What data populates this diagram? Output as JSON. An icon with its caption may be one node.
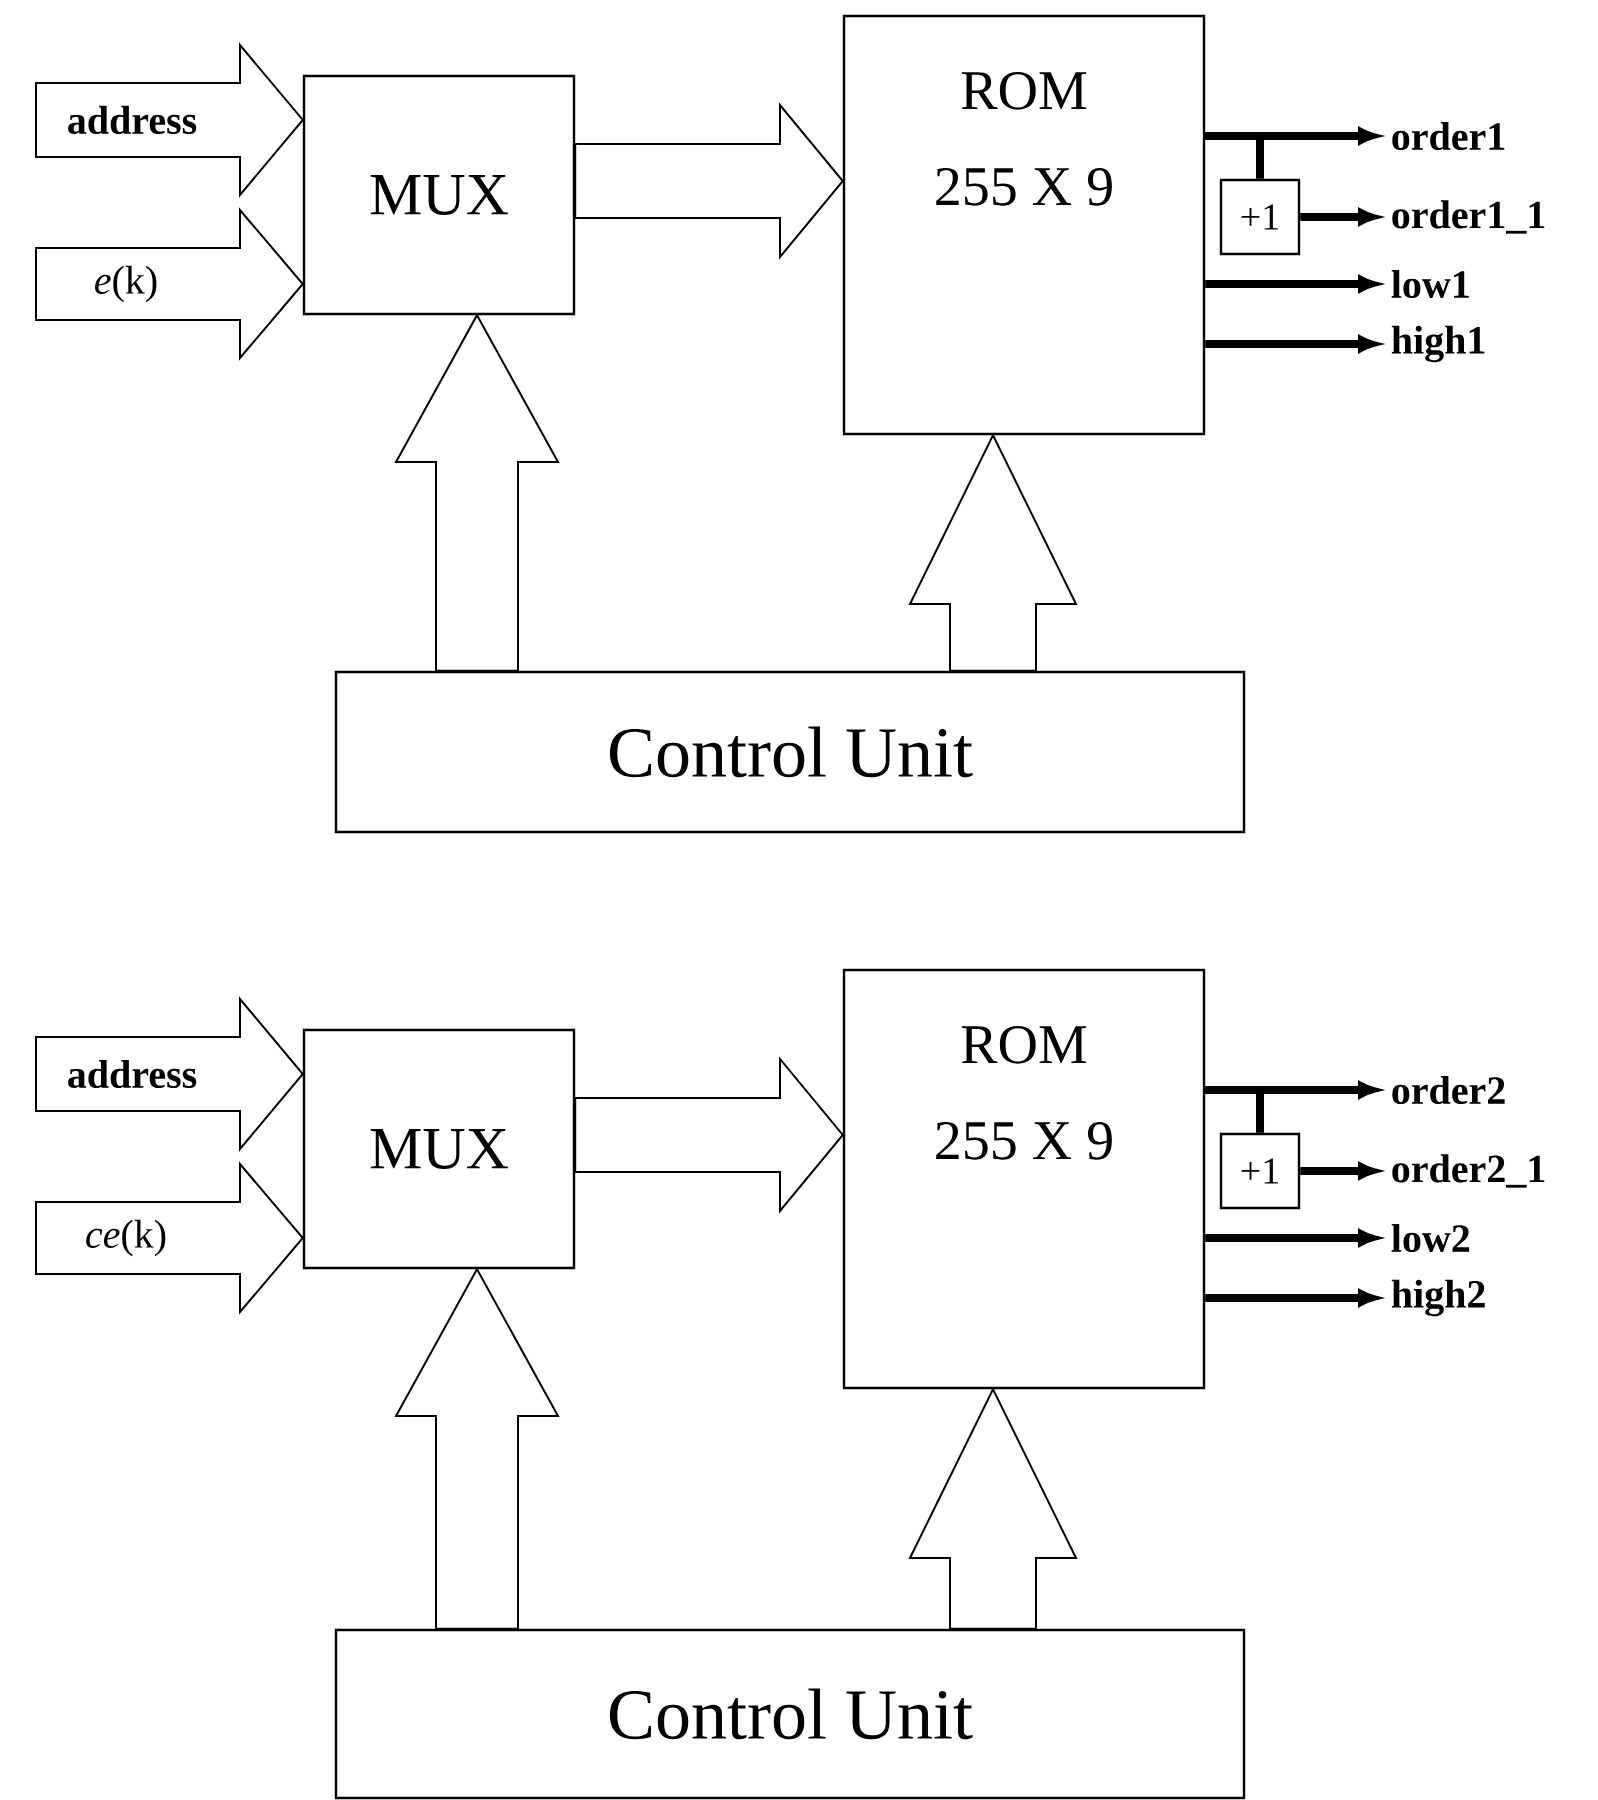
{
  "diagram": {
    "nodes": [
      {
        "text": [
          "MUX"
        ]
      },
      {
        "text": [
          "ROM",
          "255 X 9"
        ]
      },
      {
        "text": [
          "Control Unit"
        ]
      },
      {
        "text": [
          "+1"
        ]
      },
      {
        "text": [
          "order1"
        ]
      },
      {
        "text": [
          "order1_1"
        ]
      },
      {
        "text": [
          "low1"
        ]
      },
      {
        "text": [
          "high1"
        ]
      },
      {
        "text": [
          "MUX"
        ]
      },
      {
        "text": [
          "ROM",
          "255 X 9"
        ]
      },
      {
        "text": [
          "Control Unit"
        ]
      },
      {
        "text": [
          "+1"
        ]
      },
      {
        "text": [
          "order2"
        ]
      },
      {
        "text": [
          "order2_1"
        ]
      },
      {
        "text": [
          "low2"
        ]
      },
      {
        "text": [
          "high2"
        ]
      }
    ],
    "edges": [
      {
        "from": null,
        "to": 0,
        "arrow": "to",
        "label": "address"
      },
      {
        "from": null,
        "to": 0,
        "arrow": "to",
        "label": "*e*(k)"
      },
      {
        "from": 0,
        "to": 1,
        "arrow": "to"
      },
      {
        "from": 2,
        "to": 0,
        "arrow": "to"
      },
      {
        "from": 2,
        "to": 1,
        "arrow": "to"
      },
      {
        "from": 1,
        "to": 4,
        "arrow": "to"
      },
      {
        "from": 1,
        "to": 3,
        "arrow": "none"
      },
      {
        "from": 3,
        "to": 5,
        "arrow": "to"
      },
      {
        "from": 1,
        "to": 6,
        "arrow": "to"
      },
      {
        "from": 1,
        "to": 7,
        "arrow": "to"
      },
      {
        "from": null,
        "to": 8,
        "arrow": "to",
        "label": "address"
      },
      {
        "from": null,
        "to": 8,
        "arrow": "to",
        "label": "*ce*(k)"
      },
      {
        "from": 8,
        "to": 9,
        "arrow": "to"
      },
      {
        "from": 10,
        "to": 8,
        "arrow": "to"
      },
      {
        "from": 10,
        "to": 9,
        "arrow": "to"
      },
      {
        "from": 9,
        "to": 12,
        "arrow": "to"
      },
      {
        "from": 9,
        "to": 11,
        "arrow": "none"
      },
      {
        "from": 11,
        "to": 13,
        "arrow": "to"
      },
      {
        "from": 9,
        "to": 14,
        "arrow": "to"
      },
      {
        "from": 9,
        "to": 15,
        "arrow": "to"
      }
    ]
  }
}
